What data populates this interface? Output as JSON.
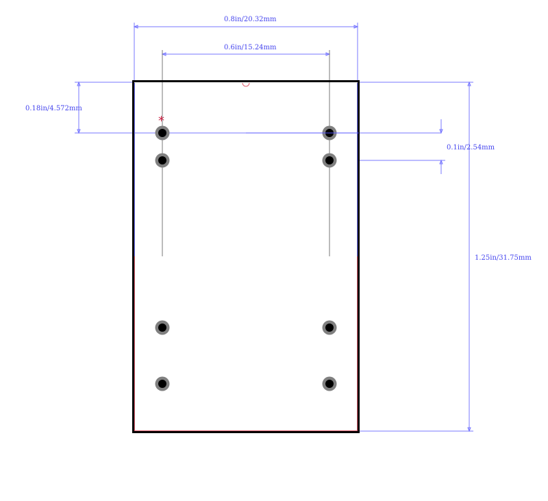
{
  "dimensions": {
    "overall_width": "0.8in/20.32mm",
    "row_spacing": "0.6in/15.24mm",
    "pin1_offset": "0.18in/4.572mm",
    "pin_pitch": "0.1in/2.54mm",
    "overall_length": "1.25in/31.75mm"
  },
  "pin1_marker": "*",
  "colors": {
    "dimension": "#4444ee",
    "outline": "#000000",
    "marker": "#cc2244",
    "pad": "#808080"
  }
}
